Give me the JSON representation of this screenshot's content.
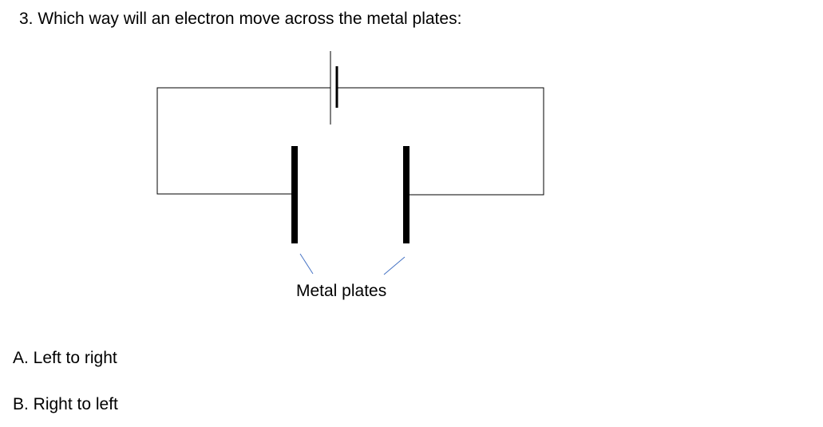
{
  "question": {
    "text": "3. Which way will an electron move across the metal plates:"
  },
  "diagram": {
    "plates_label": "Metal plates",
    "colors": {
      "wire": "#000000",
      "plate": "#000000",
      "pointer": "#4472c4"
    }
  },
  "options": [
    {
      "label": "A. Left to right"
    },
    {
      "label": "B. Right to left"
    }
  ]
}
